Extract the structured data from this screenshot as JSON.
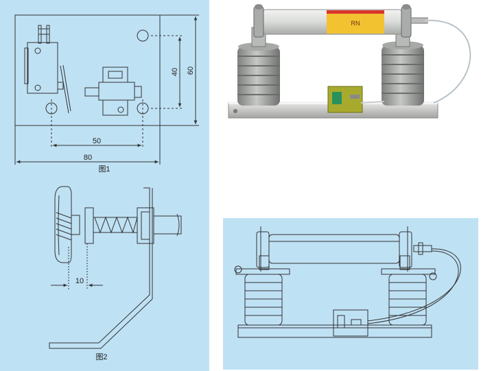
{
  "figure1": {
    "caption": "图1",
    "dims": {
      "horiz_inner": "50",
      "horiz_outer": "80",
      "vert_inner": "40",
      "vert_outer": "60"
    }
  },
  "figure2": {
    "caption": "图2",
    "dim": "10"
  },
  "photo": {
    "label_text": "RN"
  },
  "colors": {
    "panel": "#bfe1f4",
    "line": "#333333",
    "porcelain": "#9a9c9a",
    "fuse_label": "#f2c230",
    "pcb": "#a8aa2e"
  }
}
